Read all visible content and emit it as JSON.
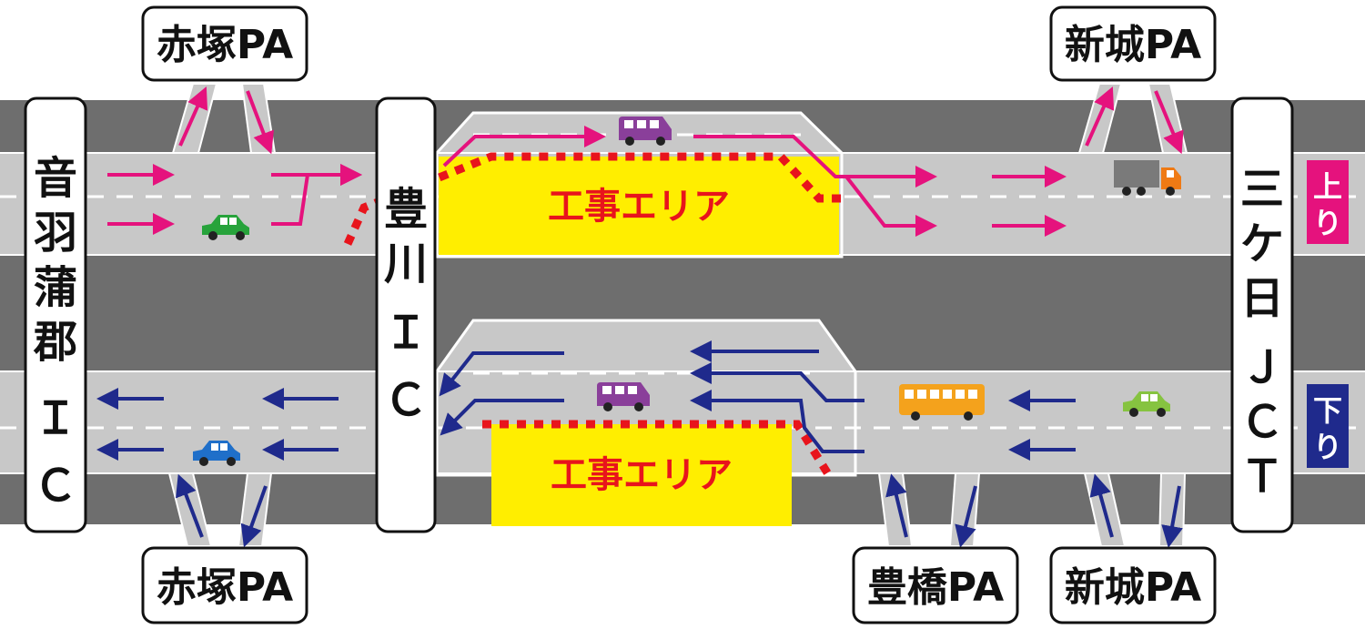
{
  "interchanges": {
    "left_vertical": [
      "音",
      "羽",
      "蒲",
      "郡",
      "Ｉ",
      "Ｃ"
    ],
    "center_vertical": [
      "豊",
      "川",
      "Ｉ",
      "Ｃ"
    ],
    "right_vertical": [
      "三",
      "ケ",
      "日",
      "Ｊ",
      "Ｃ",
      "Ｔ"
    ]
  },
  "parking_areas": {
    "top_left": "赤塚PA",
    "top_right": "新城PA",
    "bottom_left": "赤塚PA",
    "bottom_middle": "豊橋PA",
    "bottom_right": "新城PA"
  },
  "construction": {
    "upper_label": "工事エリア",
    "lower_label": "工事エリア"
  },
  "directions": {
    "up": [
      "上",
      "り"
    ],
    "down": [
      "下",
      "り"
    ]
  },
  "colors": {
    "up_arrow": "#e5127d",
    "down_arrow": "#1f2a8c",
    "construction_fill": "#ffee00",
    "construction_border": "#e8141c",
    "road": "#c8c8c8",
    "median": "#6e6e6e"
  },
  "icons": {
    "vehicles": [
      "car-icon",
      "van-icon",
      "truck-icon",
      "bus-icon"
    ]
  }
}
